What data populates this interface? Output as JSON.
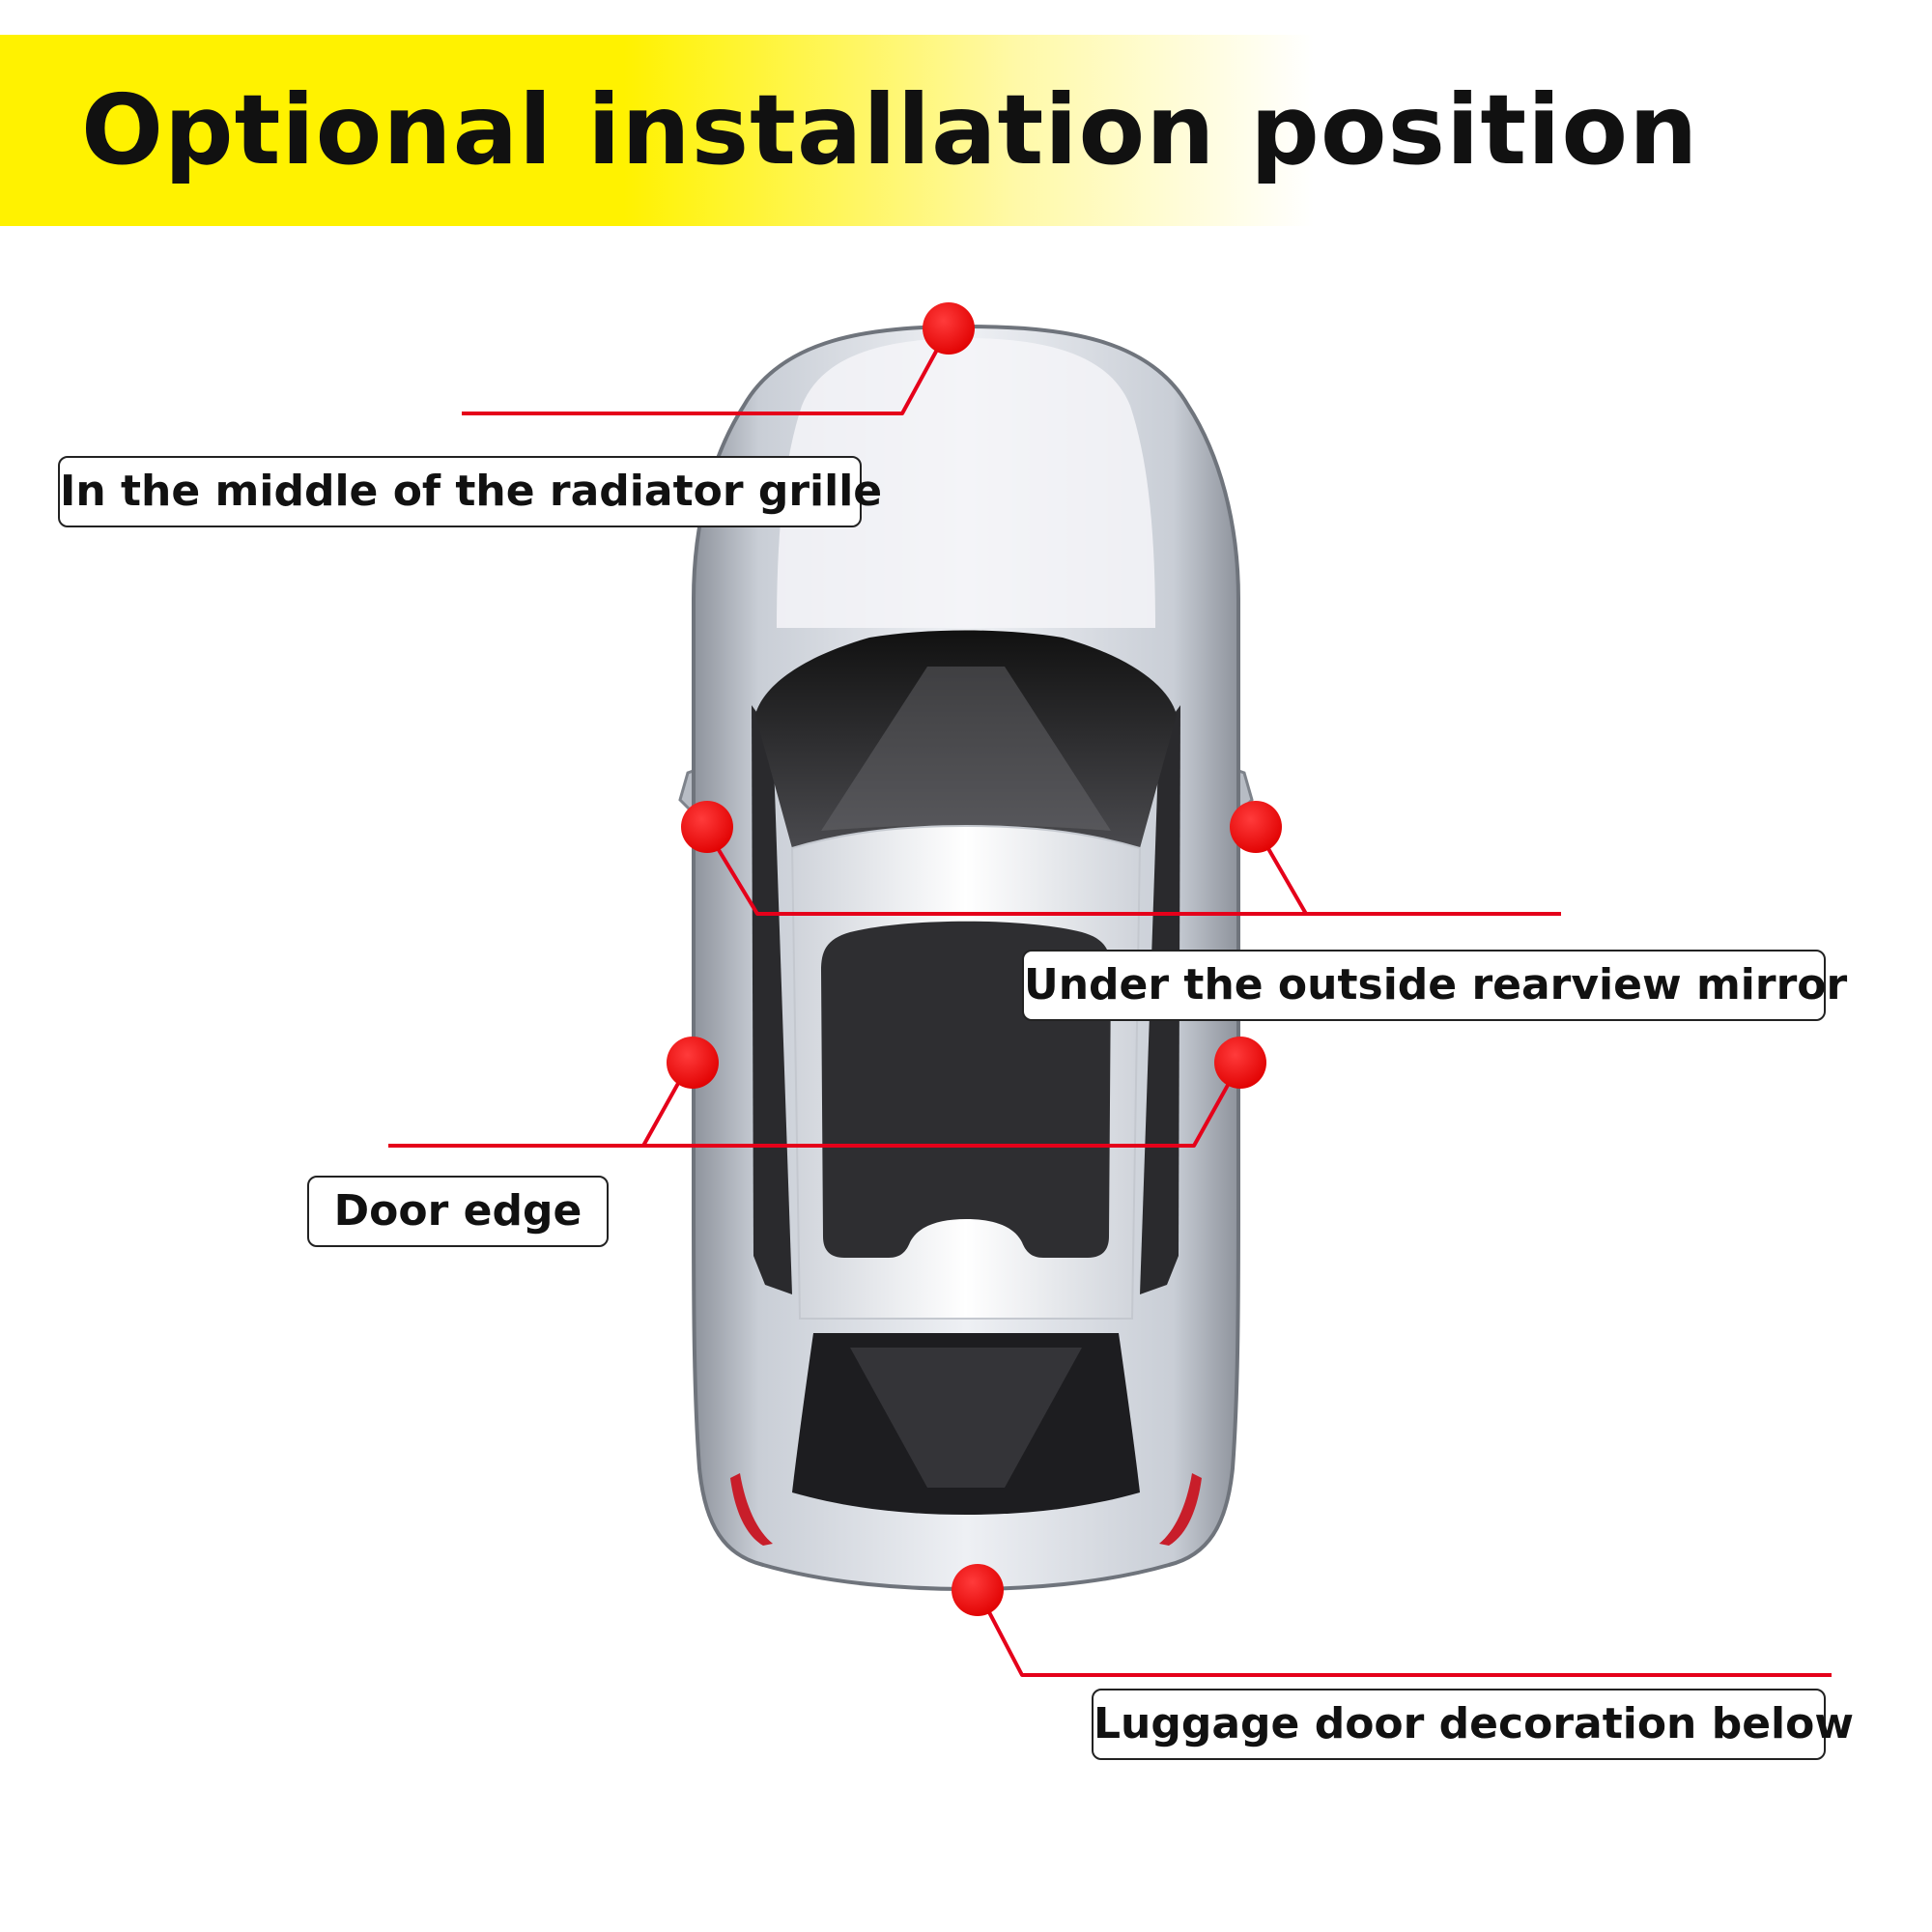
{
  "title": "Optional installation position",
  "colors": {
    "banner": "#fff200",
    "marker": "#ff0000",
    "leader_line": "#e5001a",
    "car_body": "#d7dbe2",
    "glass": "#1e1e1e"
  },
  "labels": {
    "grille": "In the middle of the radiator grille",
    "mirror": "Under the outside rearview mirror",
    "door": "Door edge",
    "luggage": "Luggage door decoration below"
  },
  "icons": [
    "car-top-view-icon",
    "marker-dot-icon"
  ]
}
